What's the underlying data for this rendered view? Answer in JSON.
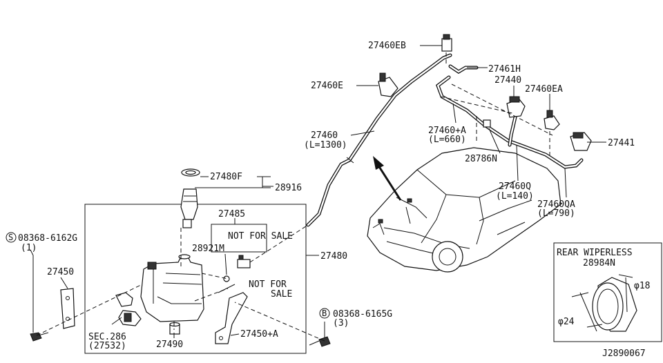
{
  "labels": {
    "p27460eb": "27460EB",
    "p27461h": "27461H",
    "p27440": "27440",
    "p27460ea": "27460EA",
    "p27460e": "27460E",
    "p27460": "27460",
    "p27460_len": "(L=1300)",
    "p27460a": "27460+A",
    "p27460a_len": "(L=660)",
    "p27441": "27441",
    "p28786n": "28786N",
    "p27460q": "27460Q",
    "p27460q_len": "(L=140)",
    "p27460qa": "27460QA",
    "p27460qa_len": "(L=790)",
    "p27480f": "27480F",
    "p28916": "28916",
    "p27485": "27485",
    "not_for_sale_1": "NOT FOR SALE",
    "p28921m": "28921M",
    "p27480": "27480",
    "not_for_1": "NOT FOR",
    "sale_1": "SALE",
    "s_bolt": "08368-6162G",
    "s_bolt_qty": "(1)",
    "s_symbol": "S",
    "p27450": "27450",
    "sec286": "SEC.286",
    "sec286_ref": "(27532)",
    "p27490": "27490",
    "p27450a": "27450+A",
    "b_bolt": "08368-6165G",
    "b_bolt_qty": "(3)",
    "b_symbol": "B",
    "rear_title": "REAR WIPERLESS",
    "p28984n": "28984N",
    "dia18": "φ18",
    "dia24": "φ24",
    "diagram_id": "J2890067"
  }
}
